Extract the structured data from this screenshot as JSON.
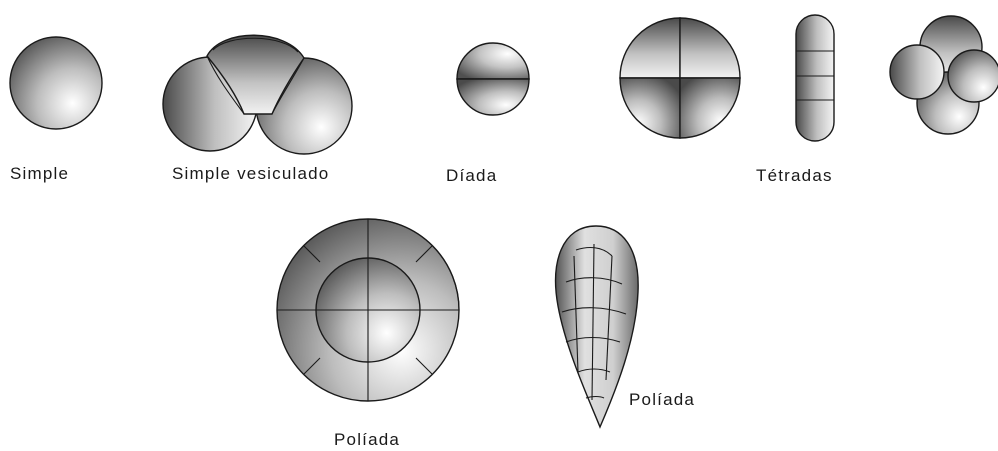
{
  "labels": {
    "simple": "Simple",
    "simple_vesiculado": "Simple vesiculado",
    "diada": "Díada",
    "tetradas": "Tétradas",
    "poliada_round": "Políada",
    "poliada_elongated": "Políada"
  },
  "colors": {
    "shade_light": "#ffffff",
    "shade_mid": "#bdbdbd",
    "shade_dark": "#4a4a4a",
    "outline": "#1a1a1a"
  }
}
